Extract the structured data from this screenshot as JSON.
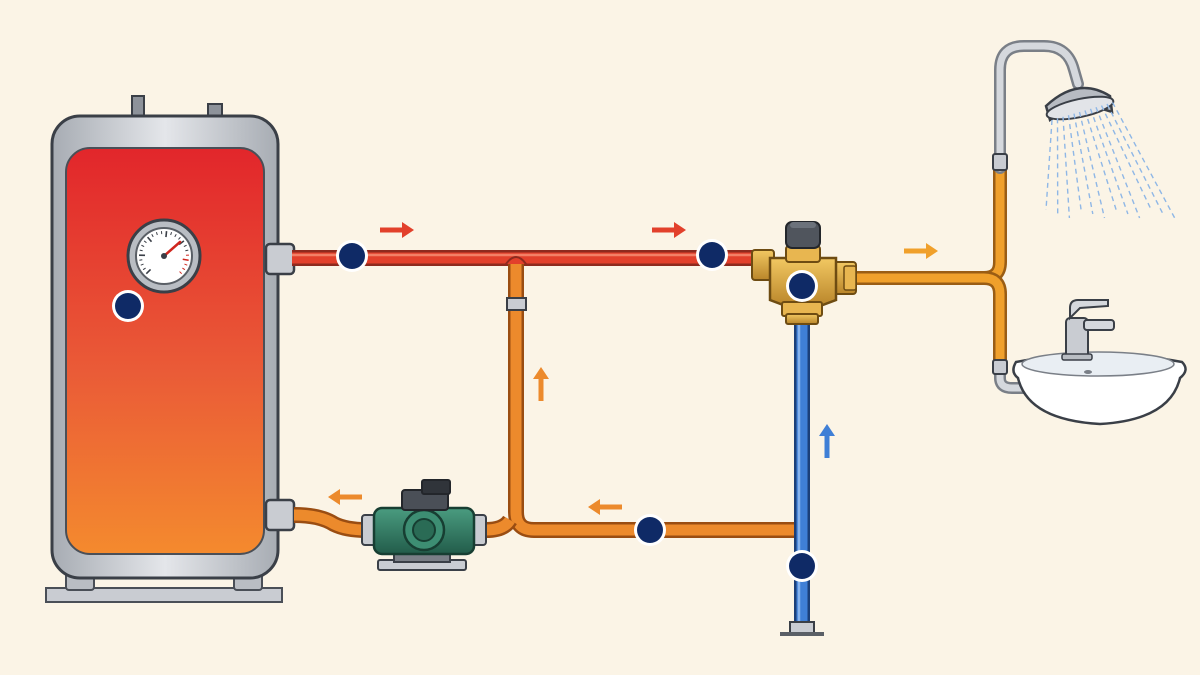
{
  "title": "",
  "colors": {
    "background": "#fbf4e6",
    "hot": "#e2402b",
    "hot_outline": "#8e2a1e",
    "mixed": "#f0a02b",
    "mixed_outline": "#9a5d14",
    "return": "#ec8a2c",
    "return_outline": "#9a4d12",
    "cold": "#3f7fd6",
    "cold_outline": "#1b3f79",
    "marker": "#0f2a66",
    "brass": "#d9a63a",
    "pump": "#2f7a62",
    "steel": "#c3c7cc",
    "outline": "#3a3f47"
  },
  "components": [
    {
      "id": "water-heater-tank",
      "icon": "storage-tank-icon"
    },
    {
      "id": "thermometer-gauge",
      "icon": "gauge-icon"
    },
    {
      "id": "circulation-pump",
      "icon": "pump-icon"
    },
    {
      "id": "thermostatic-mixing-valve",
      "icon": "mixing-valve-icon"
    },
    {
      "id": "shower-head",
      "icon": "shower-icon"
    },
    {
      "id": "washbasin",
      "icon": "sink-icon"
    },
    {
      "id": "washbasin-faucet",
      "icon": "faucet-icon"
    }
  ],
  "pipes": [
    {
      "id": "hot-supply-pipe",
      "fluid": "hot"
    },
    {
      "id": "mixed-outlet-pipe",
      "fluid": "mixed"
    },
    {
      "id": "recirculation-return-pipe",
      "fluid": "return"
    },
    {
      "id": "cold-inlet-pipe",
      "fluid": "cold"
    }
  ],
  "flow_arrows": [
    {
      "id": "hot-flow-arrow-1",
      "direction": "right",
      "fluid": "hot"
    },
    {
      "id": "hot-flow-arrow-2",
      "direction": "right",
      "fluid": "hot"
    },
    {
      "id": "mixed-flow-arrow",
      "direction": "right",
      "fluid": "mixed"
    },
    {
      "id": "return-flow-arrow-up",
      "direction": "up",
      "fluid": "return"
    },
    {
      "id": "return-flow-arrow-left",
      "direction": "left",
      "fluid": "return"
    },
    {
      "id": "pump-outlet-arrow",
      "direction": "left",
      "fluid": "return"
    },
    {
      "id": "cold-flow-arrow",
      "direction": "up",
      "fluid": "cold"
    }
  ],
  "markers": [
    {
      "id": "marker-tank-gauge"
    },
    {
      "id": "marker-hot-outlet"
    },
    {
      "id": "marker-hot-to-valve"
    },
    {
      "id": "marker-mixing-valve"
    },
    {
      "id": "marker-return-line"
    },
    {
      "id": "marker-cold-inlet"
    }
  ]
}
